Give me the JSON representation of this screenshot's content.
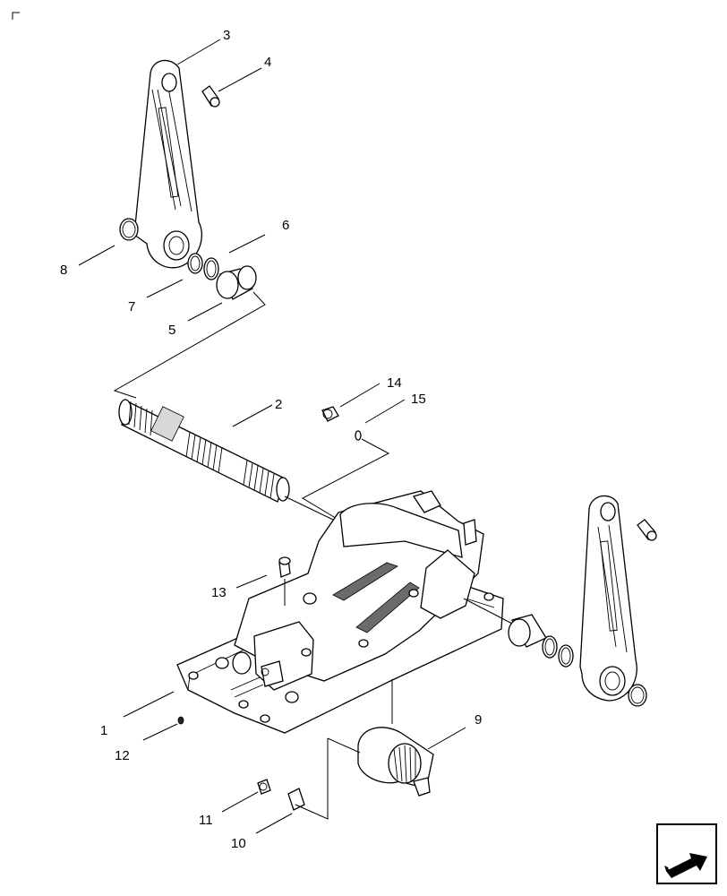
{
  "callouts": [
    {
      "id": "c1",
      "label": "1"
    },
    {
      "id": "c2",
      "label": "2"
    },
    {
      "id": "c3",
      "label": "3"
    },
    {
      "id": "c4",
      "label": "4"
    },
    {
      "id": "c5",
      "label": "5"
    },
    {
      "id": "c6",
      "label": "6"
    },
    {
      "id": "c7",
      "label": "7"
    },
    {
      "id": "c8",
      "label": "8"
    },
    {
      "id": "c9",
      "label": "9"
    },
    {
      "id": "c10",
      "label": "10"
    },
    {
      "id": "c11",
      "label": "11"
    },
    {
      "id": "c12",
      "label": "12"
    },
    {
      "id": "c13",
      "label": "13"
    },
    {
      "id": "c14",
      "label": "14"
    },
    {
      "id": "c15",
      "label": "15"
    }
  ],
  "icons": {
    "corner_mark": "corner-mark-icon",
    "next_page": "next-page-arrow-icon"
  }
}
